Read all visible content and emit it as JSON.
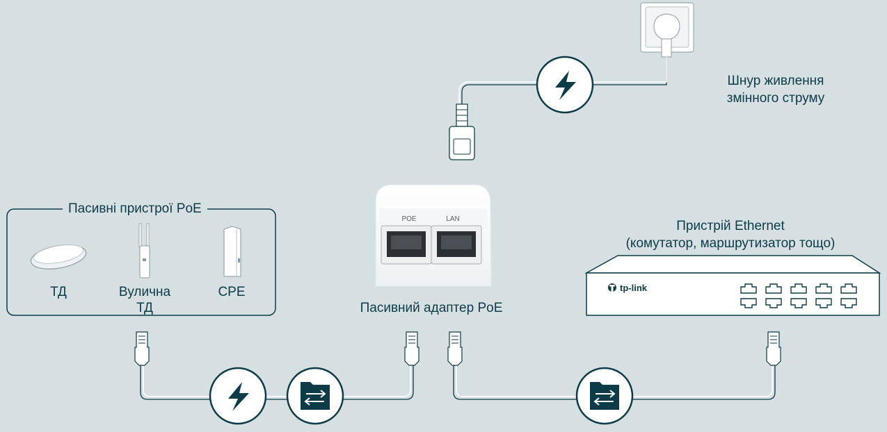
{
  "passive_group": {
    "title": "Пасивні пристрої PoE",
    "devices": [
      {
        "label": "ТД"
      },
      {
        "label_line1": "Вулична",
        "label_line2": "ТД"
      },
      {
        "label": "CPE"
      }
    ]
  },
  "adapter": {
    "caption": "Пасивний адаптер PoE",
    "port_poe": "POE",
    "port_lan": "LAN"
  },
  "ethernet": {
    "line1": "Пристрій Ethernet",
    "line2": "(комутатор, маршрутизатор тощо)",
    "brand": "tp-link"
  },
  "power": {
    "line1": "Шнур живлення",
    "line2": "змінного струму"
  },
  "icons": [
    "power-icon",
    "data-icon",
    "data-icon",
    "power-icon"
  ],
  "colors": {
    "ink": "#0d3b47",
    "background": "#d6dfe2",
    "white": "#ffffff"
  }
}
